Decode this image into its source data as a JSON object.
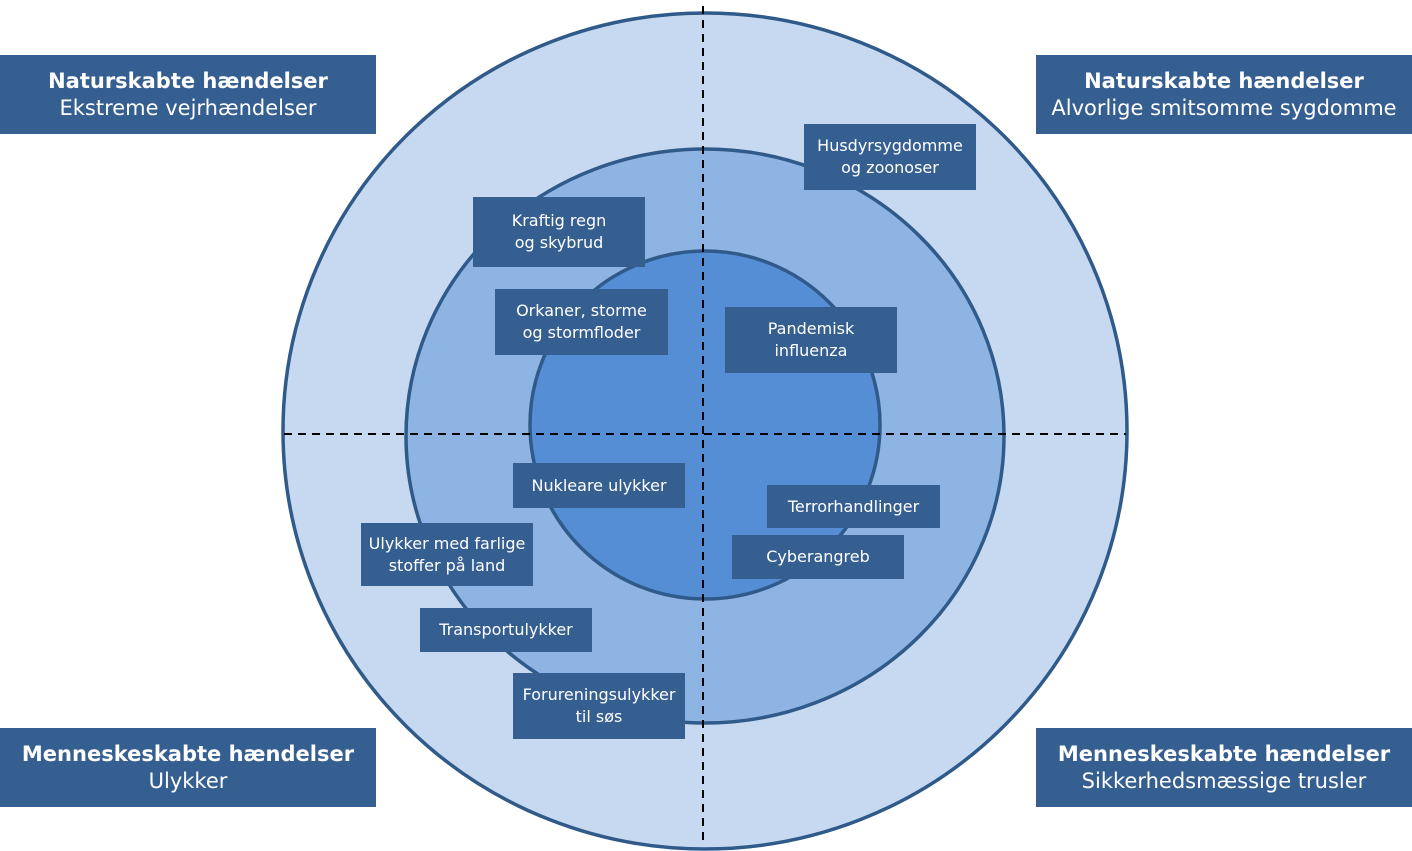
{
  "colors": {
    "outer_ring": "#c6d9f1",
    "middle_ring": "#8eb4e3",
    "inner_ring": "#558ed5",
    "ring_stroke": "#2f5a8a",
    "label_box": "#365f91",
    "label_text": "#ffffff",
    "divider": "#000000"
  },
  "quadrants": {
    "top_left": {
      "title": "Naturskabte hændelser",
      "subtitle": "Ekstreme vejrhændelser"
    },
    "top_right": {
      "title": "Naturskabte hændelser",
      "subtitle": "Alvorlige smitsomme sygdomme"
    },
    "bottom_left": {
      "title": "Menneskeskabte hændelser",
      "subtitle": "Ulykker"
    },
    "bottom_right": {
      "title": "Menneskeskabte hændelser",
      "subtitle": "Sikkerhedsmæssige trusler"
    }
  },
  "events": [
    {
      "label": "Kraftig regn\nog skybrud",
      "quadrant": "top_left",
      "ring": "middle"
    },
    {
      "label": "Orkaner, storme\nog stormfloder",
      "quadrant": "top_left",
      "ring": "inner"
    },
    {
      "label": "Husdyrsygdomme\nog zoonoser",
      "quadrant": "top_right",
      "ring": "outer"
    },
    {
      "label": "Pandemisk\ninfluenza",
      "quadrant": "top_right",
      "ring": "inner"
    },
    {
      "label": "Nukleare ulykker",
      "quadrant": "bottom_left",
      "ring": "inner"
    },
    {
      "label": "Ulykker med farlige\nstoffer på land",
      "quadrant": "bottom_left",
      "ring": "outer"
    },
    {
      "label": "Transportulykker",
      "quadrant": "bottom_left",
      "ring": "middle"
    },
    {
      "label": "Forureningsulykker\ntil søs",
      "quadrant": "bottom_left",
      "ring": "middle"
    },
    {
      "label": "Terrorhandlinger",
      "quadrant": "bottom_right",
      "ring": "middle"
    },
    {
      "label": "Cyberangreb",
      "quadrant": "bottom_right",
      "ring": "inner"
    }
  ]
}
